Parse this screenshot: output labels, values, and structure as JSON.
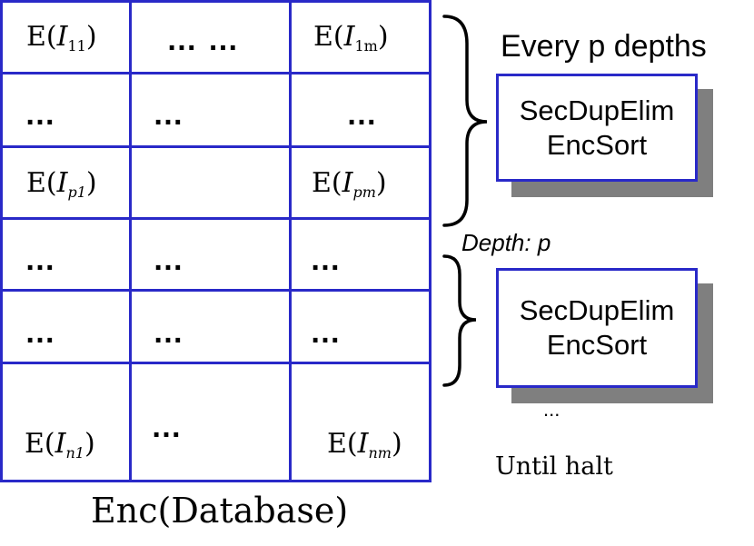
{
  "matrix": {
    "row1": {
      "c1": {
        "base": "E(",
        "var": "I",
        "sub": "11",
        "close": ")"
      },
      "c2": "… …",
      "c3": {
        "base": "E(",
        "var": "I",
        "sub": "1m",
        "close": ")"
      }
    },
    "row2": {
      "c1": "…",
      "c2": "…",
      "c3": "…"
    },
    "row3": {
      "c1": {
        "base": "E(",
        "var": "I",
        "sub": "p1",
        "close": ")"
      },
      "c3": {
        "base": "E(",
        "var": "I",
        "sub": "pm",
        "close": ")"
      }
    },
    "row4": {
      "c1": "…",
      "c2": "…",
      "c3": "…"
    },
    "row5": {
      "c1": "…",
      "c2": "…",
      "c3": "…"
    },
    "row6": {
      "c1": {
        "base": "E(",
        "var": "I",
        "sub": "n1",
        "close": ")"
      },
      "c2": "…",
      "c3": {
        "base": "E(",
        "var": "I",
        "sub": "nm",
        "close": ")"
      }
    }
  },
  "caption": "Enc(Database)",
  "side": {
    "every_label": "Every p depths",
    "depth_label": "Depth: p",
    "box1": {
      "line1": "SecDupElim",
      "line2": "EncSort"
    },
    "box2": {
      "line1": "SecDupElim",
      "line2": "EncSort"
    },
    "ellipsis": "...",
    "until": "Until halt"
  }
}
